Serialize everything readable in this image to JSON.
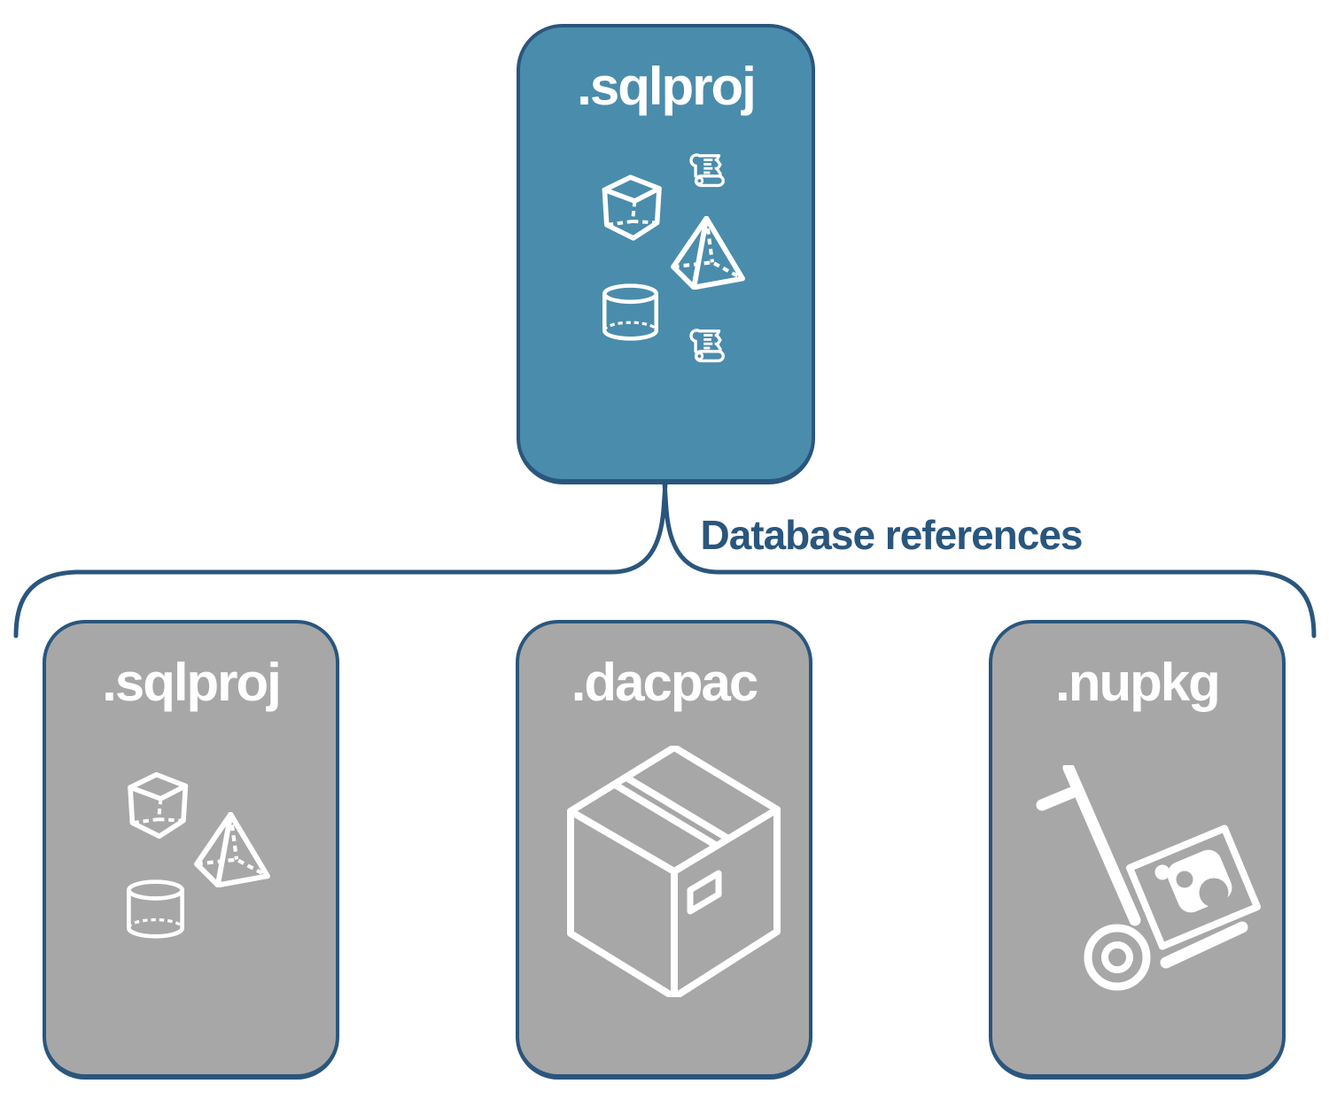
{
  "diagram": {
    "root_box": {
      "label": ".sqlproj",
      "icons": [
        "cube-icon",
        "scroll-icon",
        "pyramid-icon",
        "cylinder-icon",
        "scroll-icon"
      ]
    },
    "connector": {
      "label": "Database references"
    },
    "child_boxes": [
      {
        "label": ".sqlproj",
        "icons": [
          "cube-icon",
          "pyramid-icon",
          "cylinder-icon"
        ]
      },
      {
        "label": ".dacpac",
        "icons": [
          "package-box-icon"
        ]
      },
      {
        "label": ".nupkg",
        "icons": [
          "nuget-dolly-icon"
        ]
      }
    ],
    "colors": {
      "root_fill": "#4A8CAB",
      "child_fill": "#A7A7A7",
      "outline": "#2A567D",
      "icon": "#FFFFFF",
      "background": "#FFFFFF"
    }
  }
}
